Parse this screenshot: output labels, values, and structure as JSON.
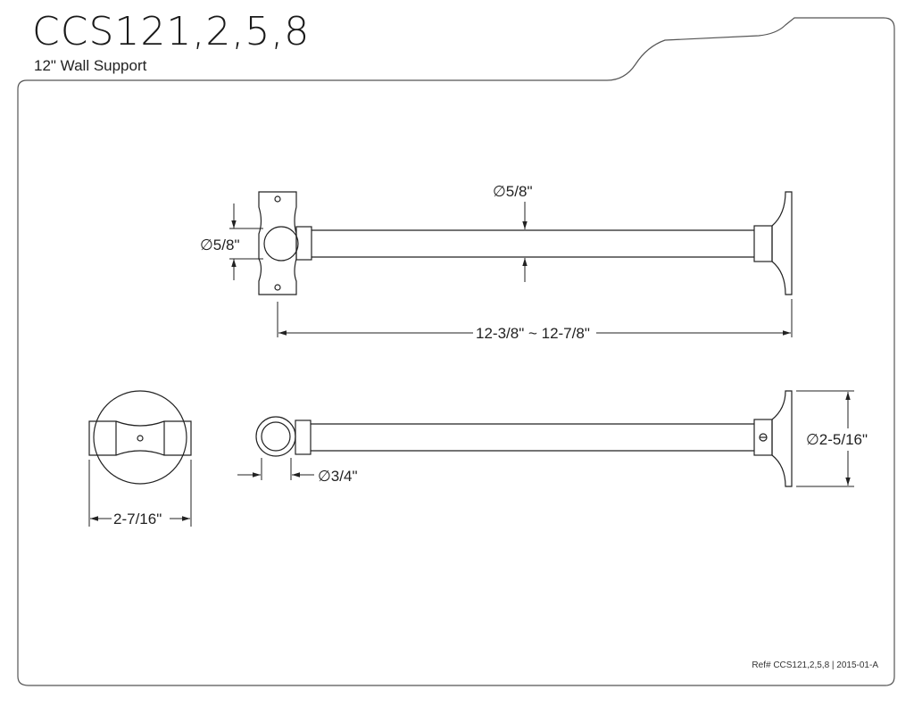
{
  "header": {
    "model": "CCS121,2,5,8",
    "description": "12\" Wall Support"
  },
  "dimensions": {
    "top_tube_dia": "∅5/8\"",
    "top_flange_dia": "∅5/8\"",
    "length": "12-3/8\" ~ 12-7/8\"",
    "side_dia": "∅2-5/16\"",
    "ring_dia": "∅3/4\"",
    "bracket_width": "2-7/16\""
  },
  "footer": {
    "ref": "Ref# CCS121,2,5,8 | 2015-01-A"
  }
}
